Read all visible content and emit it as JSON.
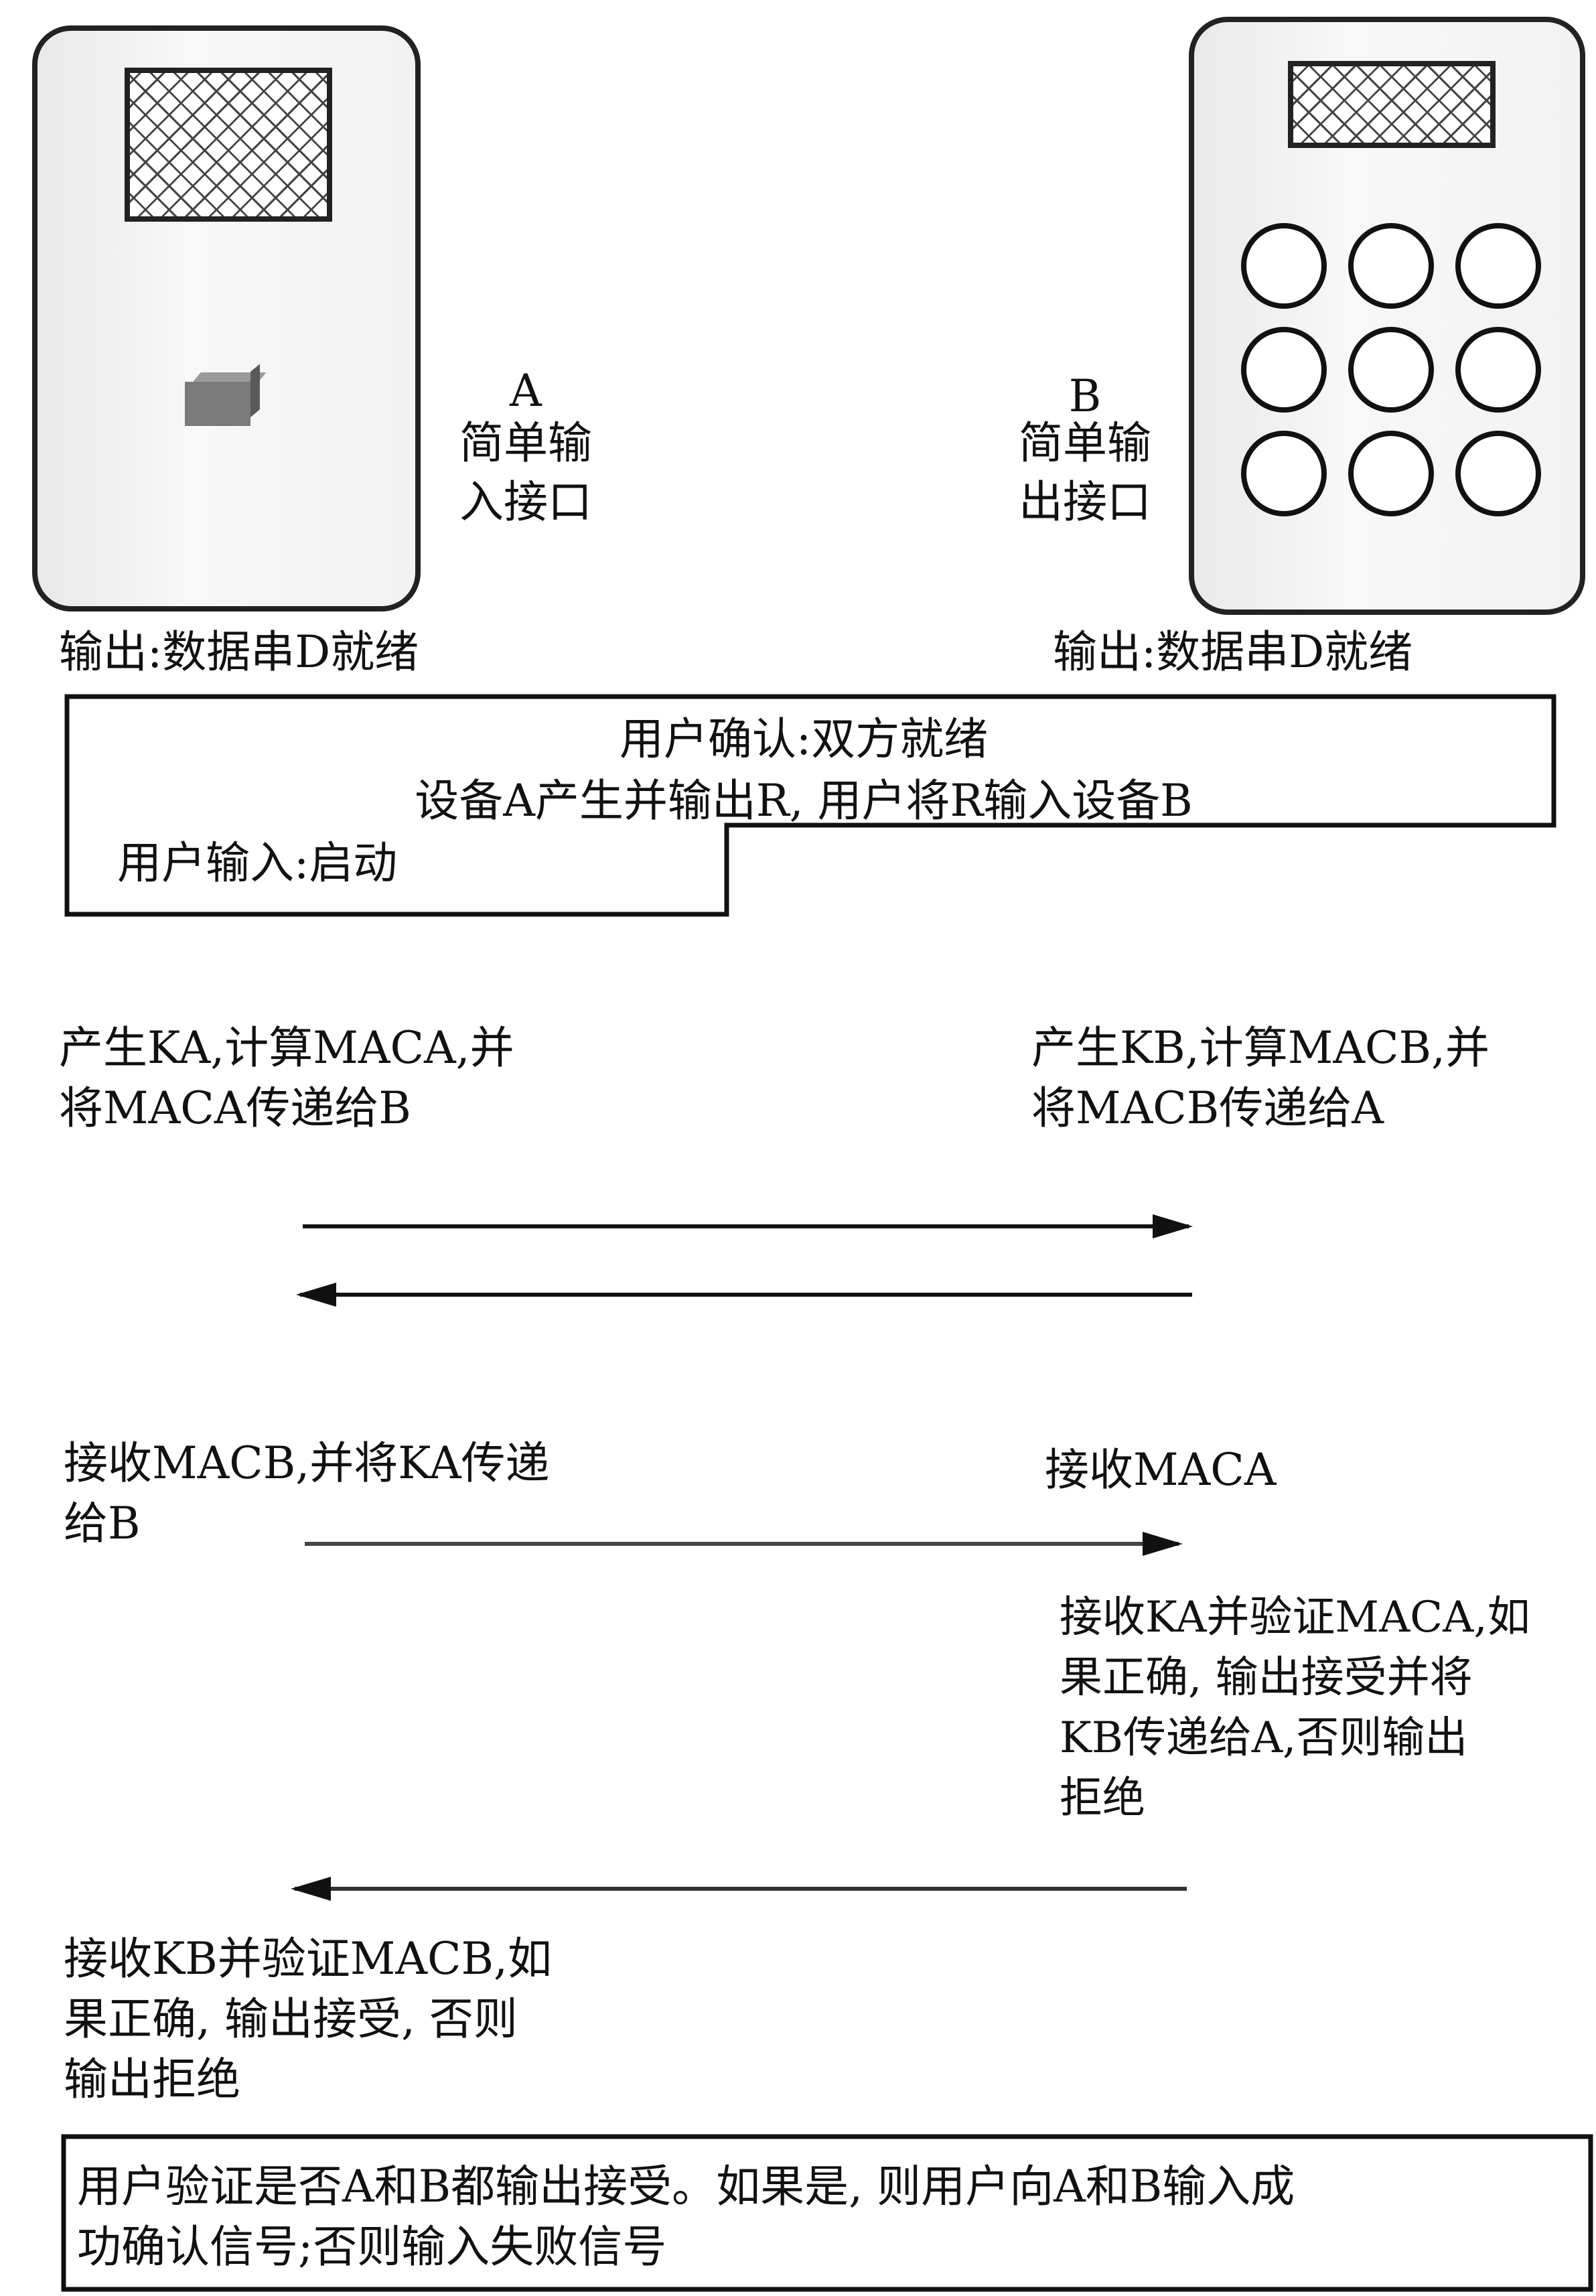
{
  "device_a": {
    "letter": "A",
    "label": "简单输\n入接口",
    "output": "输出:数据串D就绪"
  },
  "device_b": {
    "letter": "B",
    "label": "简单输\n出接口",
    "output": "输出:数据串D就绪"
  },
  "box1": {
    "line1": "用户确认:双方就绪",
    "line2": "设备A产生并输出R, 用户将R输入设备B",
    "line3": "用户输入:启动"
  },
  "steps": {
    "a_generate": "产生KA,计算MACA,并\n将MACA传递给B",
    "b_generate": "产生KB,计算MACB,并\n将MACB传递给A",
    "a_receive_mac": "接收MACB,并将KA传递\n给B",
    "b_receive_mac": "接收MACA",
    "b_verify": "接收KA并验证MACA,如\n果正确, 输出接受并将\nKB传递给A,否则输出\n拒绝",
    "a_verify": "接收KB并验证MACB,如\n果正确, 输出接受, 否则\n输出拒绝"
  },
  "box2": {
    "text": "用户验证是否A和B都输出接受。如果是, 则用户向A和B输入成\n功确认信号;否则输入失败信号"
  }
}
